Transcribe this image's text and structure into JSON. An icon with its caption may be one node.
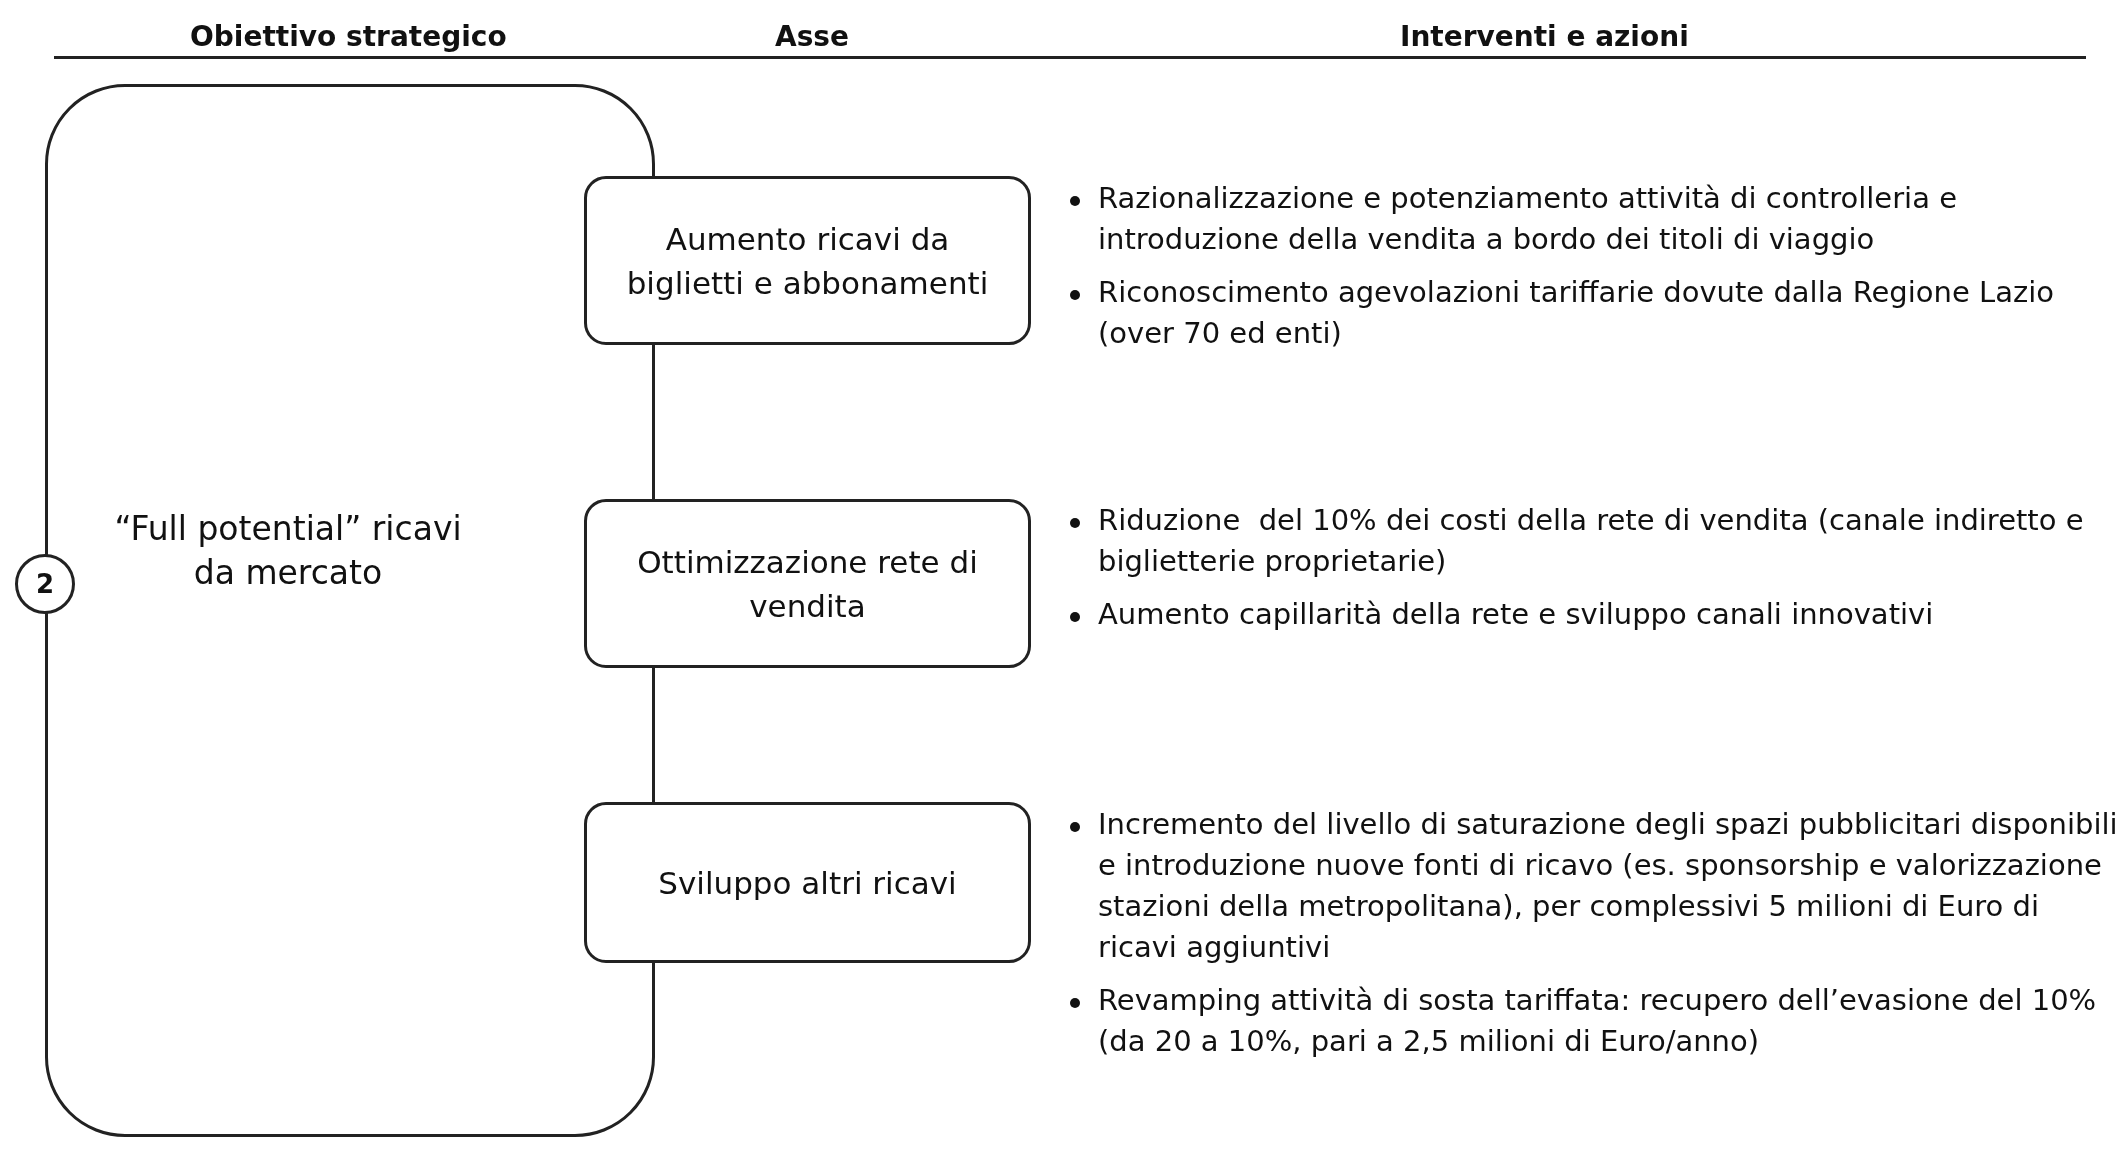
{
  "diagram": {
    "nodes": [
      {
        "text": [
          "“Full potential” ricavi da mercato"
        ]
      },
      {
        "text": [
          "2"
        ]
      },
      {
        "text": [
          "Aumento ricavi da biglietti e abbonamenti"
        ]
      },
      {
        "text": [
          "Ottimizzazione rete di vendita"
        ]
      },
      {
        "text": [
          "Sviluppo altri ricavi"
        ]
      }
    ],
    "edges": [],
    "labels": [
      "Obiettivo strategico",
      "Asse",
      "Interventi e azioni",
      "Razionalizzazione e potenziamento attività di controlleria e introduzione della vendita a bordo dei titoli di viaggio",
      "Riconoscimento agevolazioni tariffarie dovute dalla Regione Lazio (over 70 ed enti)",
      "Riduzione  del 10% dei costi della rete di vendita (canale indiretto e biglietterie proprietarie)",
      "Aumento capillarità della rete e sviluppo canali innovativi",
      "Incremento del livello di saturazione degli spazi pubblicitari disponibili e introduzione nuove fonti di ricavo (es. sponsorship e valorizzazione stazioni della metropolitana), per complessivi 5 milioni di Euro di ricavi aggiuntivi",
      "Revamping attività di sosta tariffata: recupero dell’evasione del 10% (da 20 a 10%, pari a 2,5 milioni di Euro/anno)"
    ]
  }
}
